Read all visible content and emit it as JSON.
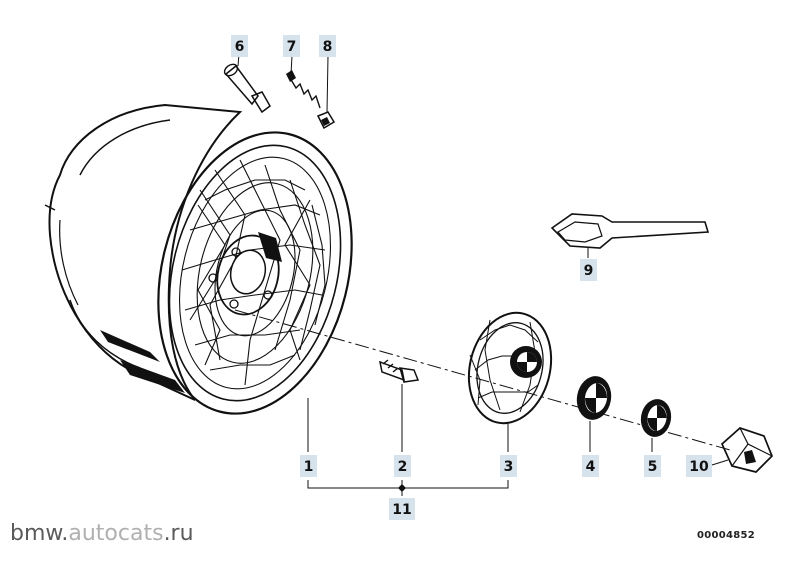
{
  "callouts": [
    {
      "id": "c1",
      "label": "1"
    },
    {
      "id": "c2",
      "label": "2"
    },
    {
      "id": "c3",
      "label": "3"
    },
    {
      "id": "c4",
      "label": "4"
    },
    {
      "id": "c5",
      "label": "5"
    },
    {
      "id": "c6",
      "label": "6"
    },
    {
      "id": "c7",
      "label": "7"
    },
    {
      "id": "c8",
      "label": "8"
    },
    {
      "id": "c9",
      "label": "9"
    },
    {
      "id": "c10",
      "label": "10"
    },
    {
      "id": "c11",
      "label": "11"
    }
  ],
  "watermark": {
    "prefix": "bmw.",
    "accent": "autocats",
    "suffix": ".ru"
  },
  "drawing_number": "00004852",
  "colors": {
    "callout_bg": "#d7e3ec",
    "line": "#111111",
    "watermark": "#5a5a5a",
    "watermark_accent": "#b0b0b0"
  }
}
